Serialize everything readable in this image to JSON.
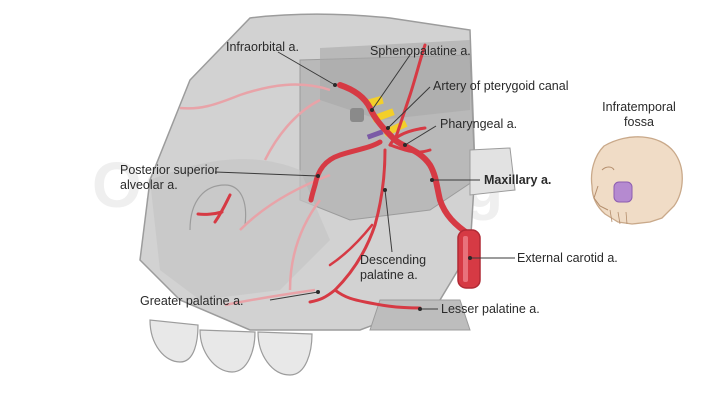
{
  "labels": {
    "infraorbital": "Infraorbital a.",
    "sphenopalatine": "Sphenopalatine a.",
    "pterygoid_canal": "Artery of pterygoid canal",
    "pharyngeal": "Pharyngeal a.",
    "infratemporal_line1": "Infratemporal",
    "infratemporal_line2": "fossa",
    "posterior_sup_line1": "Posterior superior",
    "posterior_sup_line2": "alveolar a.",
    "maxillary": "Maxillary a.",
    "descending_line1": "Descending",
    "descending_line2": "palatine a.",
    "external_carotid": "External carotid a.",
    "greater_palatine": "Greater palatine a.",
    "lesser_palatine": "Lesser palatine a."
  },
  "watermark": "Osmosis.org",
  "colors": {
    "artery": "#d63a44",
    "artery_dark": "#b02a35",
    "bone": "#c8c8c8",
    "bone_dark": "#a9a9a9",
    "skull_inset": "#f0dcc6",
    "fossa_highlight": "#b58ad0",
    "nerve_yellow": "#f3cf2a"
  }
}
